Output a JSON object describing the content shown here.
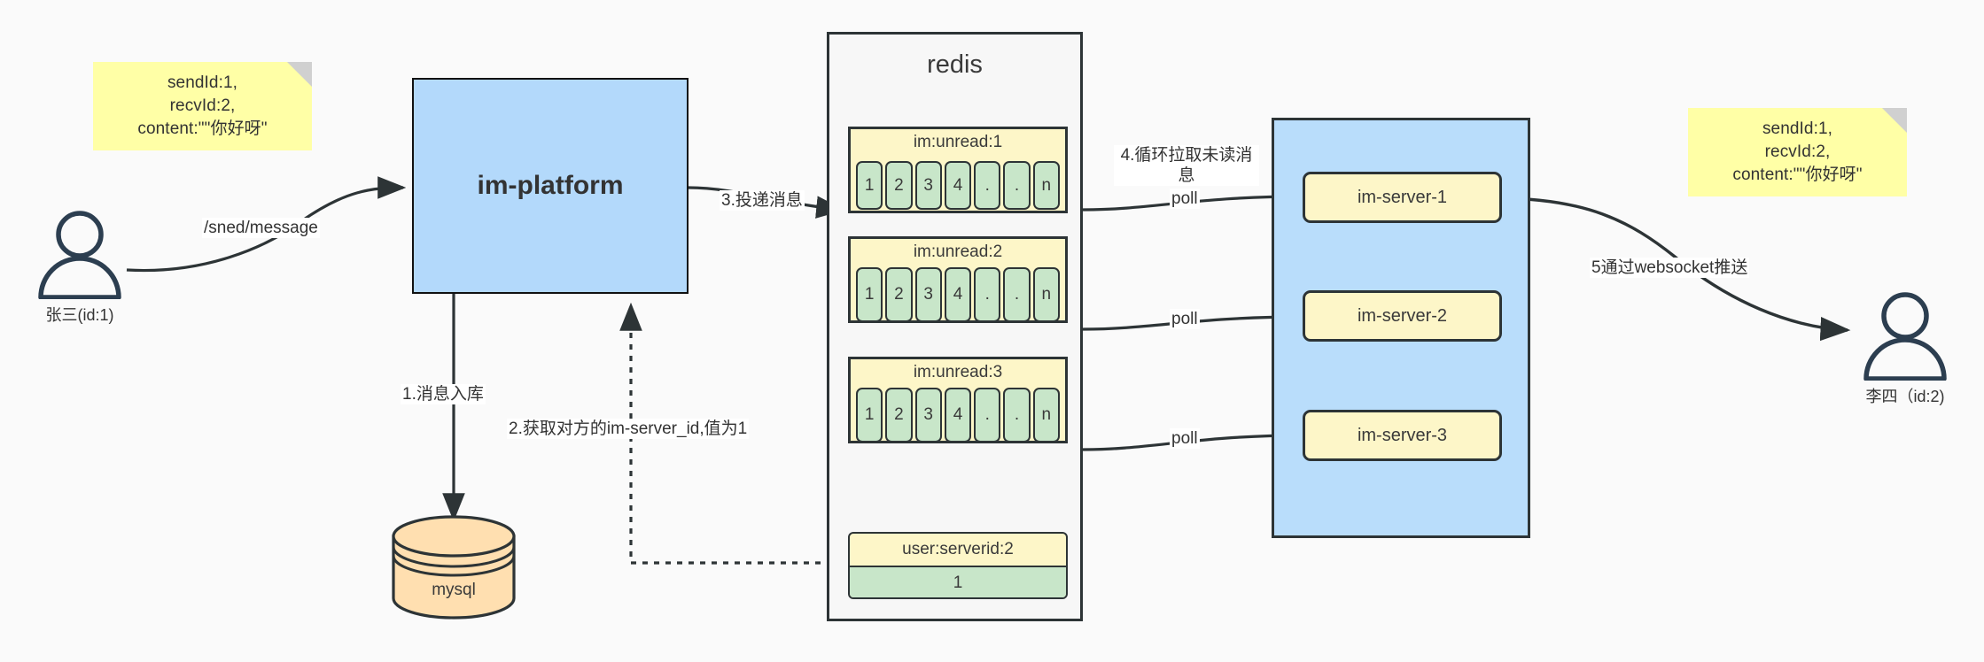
{
  "diagram": {
    "title": "IM message delivery architecture",
    "colors": {
      "note": "#ffffa6",
      "platform": "#b3d9fb",
      "servers_container": "#b9ddfb",
      "redis_container": "#f7f7f7",
      "list_group": "#fdf6c8",
      "cell": "#c8e6c9",
      "db": "#ffdfb0",
      "stroke": "#2d3436",
      "canvas": "#fafafa"
    }
  },
  "notes": {
    "left": "sendId:1,\nrecvId:2,\ncontent:\"\"你好呀\"",
    "right": "sendId:1,\nrecvId:2,\ncontent:\"\"你好呀\""
  },
  "actors": {
    "sender": {
      "label": "张三(id:1)",
      "icon": "person-icon"
    },
    "receiver": {
      "label": "李四（id:2)",
      "icon": "person-icon"
    }
  },
  "platform": {
    "label": "im-platform"
  },
  "database": {
    "label": "mysql",
    "icon": "database-cylinder-icon"
  },
  "redis": {
    "title": "redis",
    "lists": [
      {
        "key": "im:unread:1",
        "cells": [
          "1",
          "2",
          "3",
          "4",
          ".",
          ".",
          "n"
        ]
      },
      {
        "key": "im:unread:2",
        "cells": [
          "1",
          "2",
          "3",
          "4",
          ".",
          ".",
          "n"
        ]
      },
      {
        "key": "im:unread:3",
        "cells": [
          "1",
          "2",
          "3",
          "4",
          ".",
          ".",
          "n"
        ]
      }
    ],
    "kv": {
      "key": "user:serverid:2",
      "value": "1"
    }
  },
  "servers": [
    {
      "label": "im-server-1"
    },
    {
      "label": "im-server-2"
    },
    {
      "label": "im-server-3"
    }
  ],
  "edges": {
    "send_message": "/sned/message",
    "step1": "1.消息入库",
    "step2": "2.获取对方的im-server_id,值为1",
    "step3": "3.投递消息",
    "step4": "4.循环拉取未读消\n息",
    "poll1": "poll",
    "poll2": "poll",
    "poll3": "poll",
    "step5": "5通过websocket推送"
  }
}
